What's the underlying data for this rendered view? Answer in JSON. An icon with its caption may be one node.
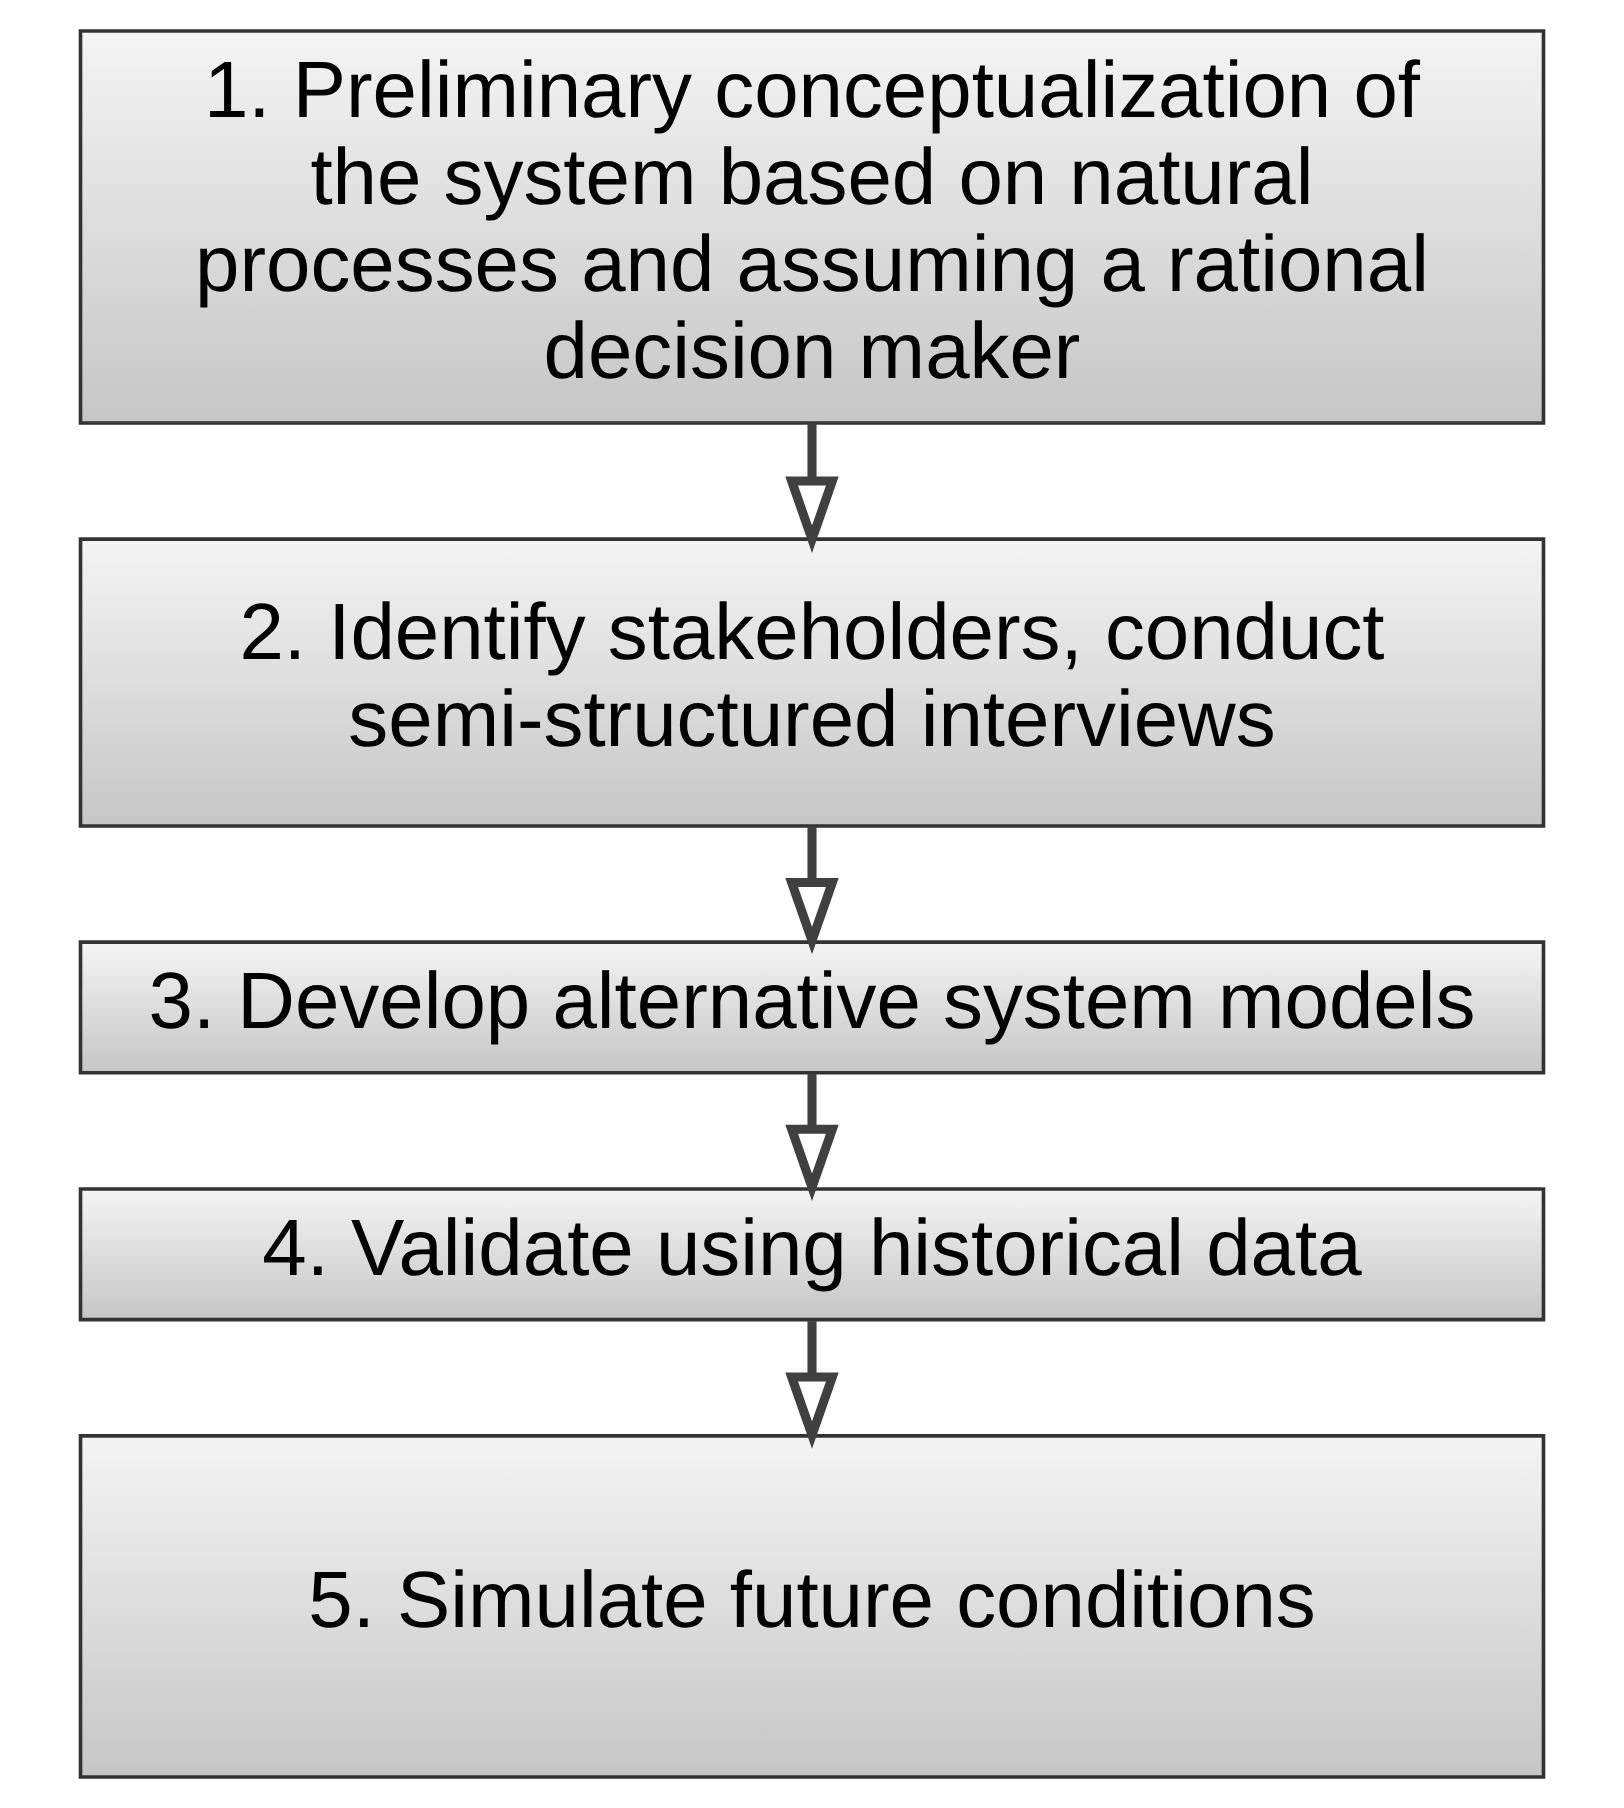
{
  "diagram": {
    "nodes": [
      {
        "text": [
          "1. Preliminary conceptualization of the system based on natural processes and assuming a rational decision maker"
        ]
      },
      {
        "text": [
          "2. Identify stakeholders, conduct semi-structured interviews"
        ]
      },
      {
        "text": [
          "3. Develop alternative system models"
        ]
      },
      {
        "text": [
          "4. Validate using historical data"
        ]
      },
      {
        "text": [
          "5. Simulate future conditions"
        ]
      }
    ],
    "edges": [
      {
        "from": 0,
        "to": 1,
        "arrow": "to"
      },
      {
        "from": 1,
        "to": 2,
        "arrow": "to"
      },
      {
        "from": 2,
        "to": 3,
        "arrow": "to"
      },
      {
        "from": 3,
        "to": 4,
        "arrow": "to"
      }
    ]
  }
}
